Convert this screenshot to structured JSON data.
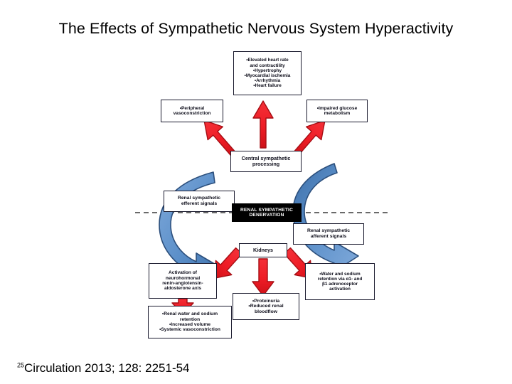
{
  "slide": {
    "title": "The Effects of Sympathetic Nervous System Hyperactivity",
    "citation_ref": "25",
    "citation": "Circulation 2013; 128: 2251-54"
  },
  "colors": {
    "red_arrow": "#EE1C25",
    "red_arrow_dark": "#C1121A",
    "blue_arrow": "#5B8FC9",
    "blue_arrow_dark": "#2C4F7C",
    "box_border": "#1A1A2E",
    "denervation_bg": "#000000",
    "denervation_text": "#FFFFFF",
    "background": "#FFFFFF",
    "text": "#0D0D1A"
  },
  "diagram": {
    "nodes": {
      "cardiac": {
        "name": "cardiac-effects-box",
        "lines": [
          "•Elevated heart rate",
          "and contractility",
          "•Hypertrophy",
          "•Myocardial ischemia",
          "•Arrhythmia",
          "•Heart failure"
        ]
      },
      "peripheral": {
        "name": "peripheral-vasoconstriction-box",
        "lines": [
          "•Peripheral",
          "vasoconstriction"
        ]
      },
      "glucose": {
        "name": "impaired-glucose-box",
        "lines": [
          "•Impaired glucose",
          "metabolism"
        ]
      },
      "central": {
        "name": "central-sympathetic-processing-box",
        "lines": [
          "Central sympathetic",
          "processing"
        ]
      },
      "efferent": {
        "name": "renal-efferent-signals-box",
        "lines": [
          "Renal sympathetic",
          "efferent signals"
        ]
      },
      "denervation": {
        "name": "renal-sympathetic-denervation-box",
        "lines": [
          "RENAL SYMPATHETIC",
          "DENERVATION"
        ]
      },
      "afferent": {
        "name": "renal-afferent-signals-box",
        "lines": [
          "Renal sympathetic",
          "afferent signals"
        ]
      },
      "kidneys": {
        "name": "kidneys-box",
        "lines": [
          "Kidneys"
        ]
      },
      "raas": {
        "name": "raas-activation-box",
        "lines": [
          "Activation of",
          "neurohormonal",
          "renin-angiotensin-",
          "aldosterone axis"
        ]
      },
      "water_sodium": {
        "name": "water-sodium-retention-box",
        "lines": [
          "•Water and sodium",
          "retention via α1- and",
          "β1 adrenoceptor",
          "activation"
        ]
      },
      "proteinuria": {
        "name": "proteinuria-box",
        "lines": [
          "•Proteinuria",
          "•Reduced renal",
          "bloodflow"
        ]
      },
      "renal_retention": {
        "name": "renal-retention-volume-box",
        "lines": [
          "•Renal water and sodium",
          "retention",
          "•Increased volume",
          "•Systemic vasoconstriction"
        ]
      }
    },
    "connectors": [
      {
        "name": "arrow-central-to-cardiac",
        "kind": "red-arrow",
        "direction": "up"
      },
      {
        "name": "arrow-central-to-peripheral",
        "kind": "red-arrow",
        "direction": "up-left"
      },
      {
        "name": "arrow-central-to-glucose",
        "kind": "red-arrow",
        "direction": "up-right"
      },
      {
        "name": "arrow-efferent-loop",
        "kind": "blue-curved-arrow",
        "direction": "down-left-arc"
      },
      {
        "name": "arrow-afferent-loop",
        "kind": "blue-curved-arrow",
        "direction": "up-right-arc"
      },
      {
        "name": "denervation-cut-line",
        "kind": "dashed-line",
        "direction": "horizontal"
      },
      {
        "name": "arrow-kidneys-to-raas",
        "kind": "red-arrow",
        "direction": "down-left"
      },
      {
        "name": "arrow-kidneys-to-proteinuria",
        "kind": "red-arrow",
        "direction": "down"
      },
      {
        "name": "arrow-kidneys-to-water-sodium",
        "kind": "red-arrow",
        "direction": "down-right"
      },
      {
        "name": "arrow-raas-to-renal-retention",
        "kind": "red-arrow",
        "direction": "down"
      }
    ]
  }
}
